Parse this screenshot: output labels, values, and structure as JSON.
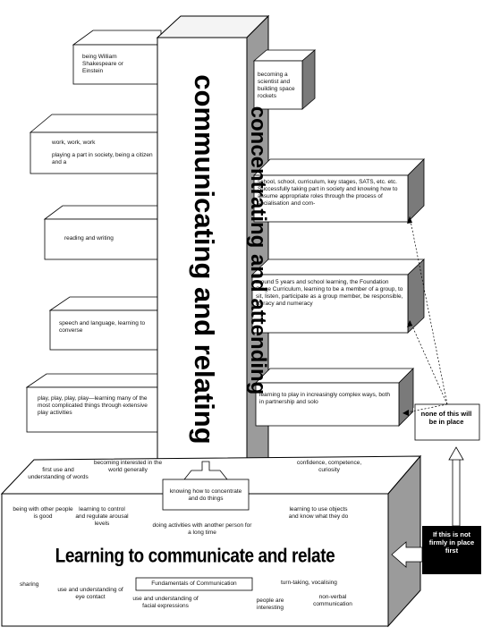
{
  "column": {
    "front_text": "communicating and relating",
    "side_text": "concentrating and attending"
  },
  "left_boxes": [
    "being William Shakespeare or Einstein",
    "work, work, work",
    "playing a part in society, being a citizen and a",
    "reading and writing",
    "speech and language, learning to converse",
    "play, play, play, play—learning many of the most complicated things through extensive play activities"
  ],
  "right_boxes": [
    "becoming a scientist and building space rockets",
    "school, school, curriculum, key stages, SATS, etc. etc. Successfully taking part in society and knowing how to assume appropriate roles through the process of socialisation and com-",
    "around 5 years and school learning, the Foundation Stage Curriculum, learning to be a member of a group, to sit, listen, participate as a group member, be responsible, literacy and numeracy",
    "learning to play in increasingly complex ways, both in partnership and solo"
  ],
  "base": {
    "title": "Learning to communicate and relate",
    "knowing_box": "knowing how to concentrate and do things",
    "fundamentals_box": "Fundamentals of Communication",
    "top_items": [
      "first use and understanding of words",
      "becoming interested in the world generally",
      "confidence, competence, curiosity"
    ],
    "front_items": [
      "being with other people is good",
      "learning to control and regulate arousal levels",
      "doing activities with another person for a long time",
      "learning to use objects and know what they do",
      "sharing",
      "use and understanding of eye contact",
      "use and understanding of facial expressions",
      "people are interesting",
      "turn-taking, vocalising",
      "non-verbal communication"
    ]
  },
  "callouts": {
    "none_of_this": "none of this will be in place",
    "if_this": "If this is not firmly in place first"
  }
}
